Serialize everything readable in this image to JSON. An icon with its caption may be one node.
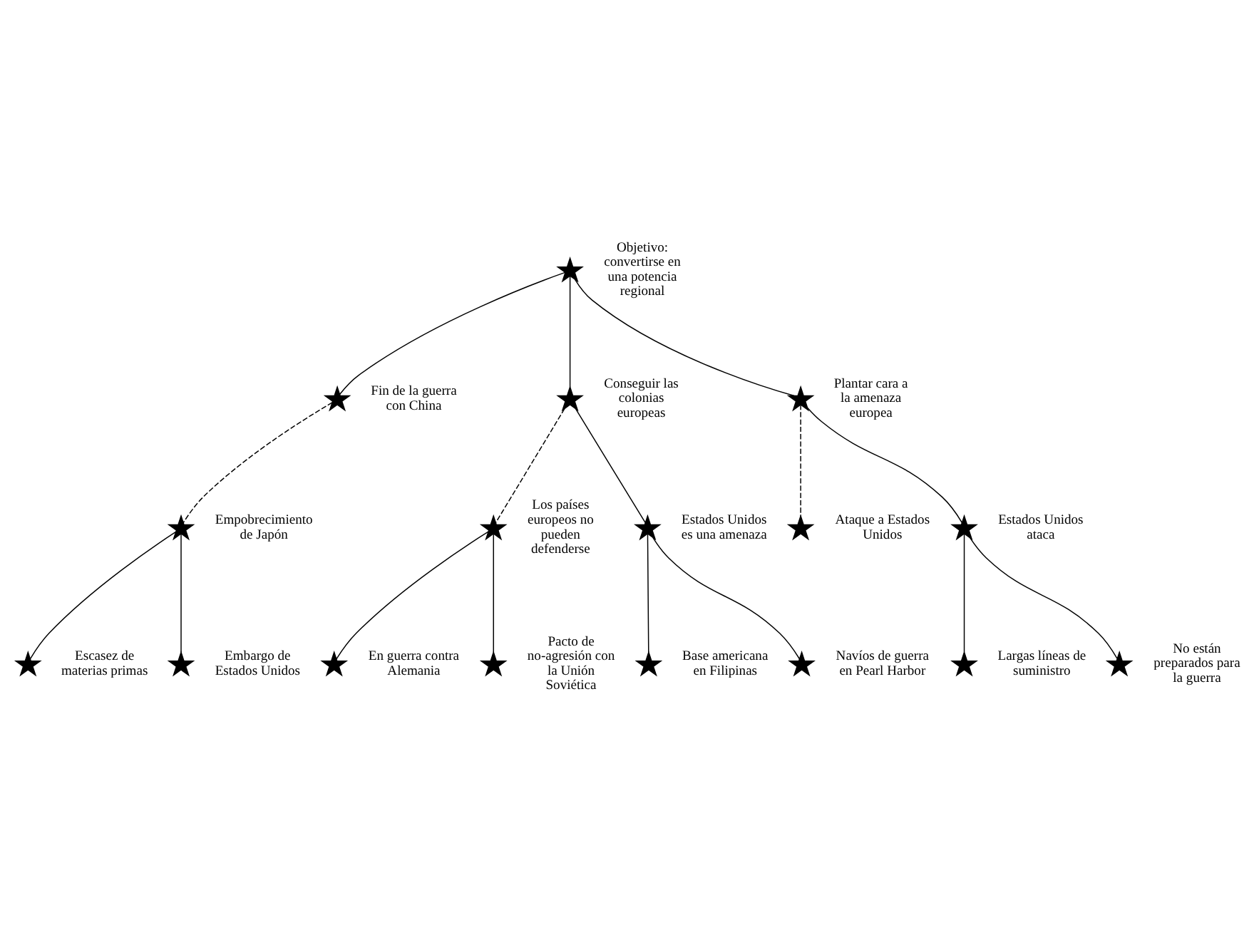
{
  "diagram": {
    "nodes": [
      {
        "text": [],
        "shape": "star",
        "beside": [
          "Objetivo: convertirse en una potencia regional"
        ]
      },
      {
        "text": [],
        "shape": "star",
        "beside": [
          "Fin de la guerra con China"
        ]
      },
      {
        "text": [],
        "shape": "star",
        "beside": [
          "Conseguir las colonias europeas"
        ]
      },
      {
        "text": [],
        "shape": "star",
        "beside": [
          "Plantar cara a la amenaza europea"
        ]
      },
      {
        "text": [],
        "shape": "star",
        "beside": [
          "Empobrecimiento de Japón"
        ]
      },
      {
        "text": [],
        "shape": "star",
        "beside": [
          "Los países europeos no pueden defenderse"
        ]
      },
      {
        "text": [],
        "shape": "star",
        "beside": [
          "Estados Unidos es una amenaza"
        ]
      },
      {
        "text": [],
        "shape": "star",
        "beside": [
          "Ataque a Estados Unidos"
        ]
      },
      {
        "text": [],
        "shape": "star",
        "beside": [
          "Estados Unidos ataca"
        ]
      },
      {
        "text": [],
        "shape": "star",
        "beside": [
          "Escasez de materias primas"
        ]
      },
      {
        "text": [],
        "shape": "star",
        "beside": [
          "Embargo de Estados Unidos"
        ]
      },
      {
        "text": [],
        "shape": "star",
        "beside": [
          "En guerra contra Alemania"
        ]
      },
      {
        "text": [],
        "shape": "star",
        "beside": [
          "Pacto de no-agresión con la Unión Soviética"
        ]
      },
      {
        "text": [],
        "shape": "star",
        "beside": [
          "Base americana en Filipinas"
        ]
      },
      {
        "text": [],
        "shape": "star",
        "beside": [
          "Navíos de guerra en Pearl Harbor"
        ]
      },
      {
        "text": [],
        "shape": "star",
        "beside": [
          "Largas líneas de suministro"
        ]
      },
      {
        "text": [],
        "shape": "star",
        "beside": [
          "No están preparados para la guerra"
        ]
      }
    ],
    "edges": [
      {
        "from": 0,
        "to": 1,
        "arrow": "none"
      },
      {
        "from": 0,
        "to": 2,
        "arrow": "none"
      },
      {
        "from": 0,
        "to": 3,
        "arrow": "none"
      },
      {
        "from": 1,
        "to": 4,
        "arrow": "none",
        "style": "dashed"
      },
      {
        "from": 2,
        "to": 5,
        "arrow": "none",
        "style": "dashed"
      },
      {
        "from": 2,
        "to": 6,
        "arrow": "none"
      },
      {
        "from": 3,
        "to": 7,
        "arrow": "none",
        "style": "dashed"
      },
      {
        "from": 3,
        "to": 8,
        "arrow": "none"
      },
      {
        "from": 4,
        "to": 9,
        "arrow": "none"
      },
      {
        "from": 4,
        "to": 10,
        "arrow": "none"
      },
      {
        "from": 5,
        "to": 11,
        "arrow": "none"
      },
      {
        "from": 5,
        "to": 12,
        "arrow": "none"
      },
      {
        "from": 6,
        "to": 13,
        "arrow": "none"
      },
      {
        "from": 6,
        "to": 14,
        "arrow": "none"
      },
      {
        "from": 8,
        "to": 15,
        "arrow": "none"
      },
      {
        "from": 8,
        "to": 16,
        "arrow": "none"
      }
    ]
  }
}
